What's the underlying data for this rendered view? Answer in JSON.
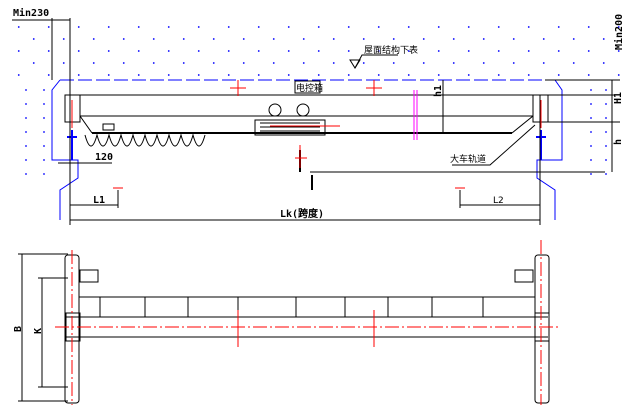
{
  "title": "Single girder overhead crane general arrangement",
  "labels": {
    "min230": "Min230",
    "min200": "Min200",
    "roof_note": "屋面结构下表",
    "rail_note": "大车轨道",
    "control_box": "电控箱",
    "dim_120": "120",
    "h1": "h1",
    "H1": "H1",
    "h": "h",
    "L1": "L1",
    "L2": "L2",
    "Lk": "Lk(跨度)",
    "B": "B",
    "K": "K"
  },
  "colors": {
    "line": "#000000",
    "structure": "#0000ff",
    "center": "#ff0000",
    "mark": "#ff00ff"
  }
}
